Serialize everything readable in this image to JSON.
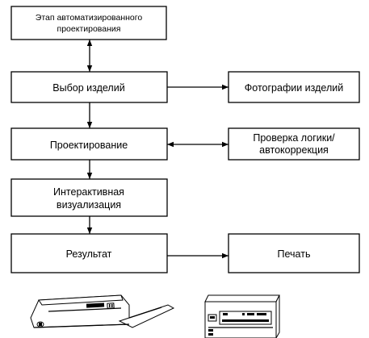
{
  "diagram": {
    "nodes": {
      "stage": {
        "line1": "Этап автоматизированного",
        "line2": "проектирования"
      },
      "select": {
        "label": "Выбор изделий"
      },
      "photos": {
        "label": "Фотографии изделий"
      },
      "design": {
        "label": "Проектирование"
      },
      "check": {
        "line1": "Проверка логики/",
        "line2": "автокоррекция"
      },
      "visual": {
        "line1": "Интерактивная",
        "line2": "визуализация"
      },
      "result": {
        "label": "Результат"
      },
      "print": {
        "label": "Печать"
      }
    },
    "devices": {
      "printer_icon": "printer-icon",
      "workstation_icon": "computer-unit-icon"
    }
  }
}
